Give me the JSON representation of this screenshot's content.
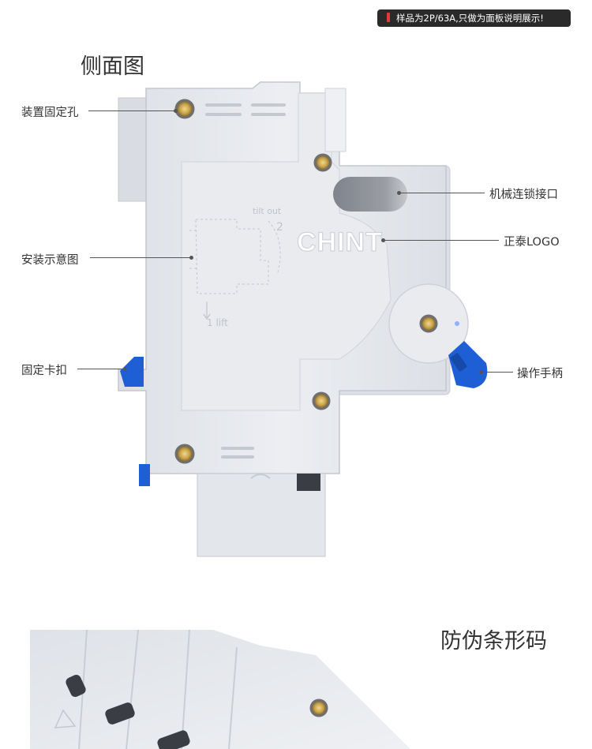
{
  "notice": {
    "text": "样品为2P/63A,只做为面板说明展示!"
  },
  "titles": {
    "side_view": "侧面图",
    "anti_counterfeit": "防伪条形码"
  },
  "callouts": {
    "mount_hole": "装置固定孔",
    "install_diagram": "安装示意图",
    "fix_clip": "固定卡扣",
    "mech_interface": "机械连锁接口",
    "chint_logo": "正泰LOGO",
    "handle": "操作手柄"
  },
  "panel_marks": {
    "brand": "CHINT",
    "tilt_text": "tilt out",
    "step_two": "2",
    "step_one": "1 lift"
  },
  "colors": {
    "body": "#e7e9ee",
    "body_shade": "#d4d7de",
    "accent_blue": "#1f5fd6",
    "brass": "#c9a24a",
    "interface_grey": "#8c8f96"
  }
}
